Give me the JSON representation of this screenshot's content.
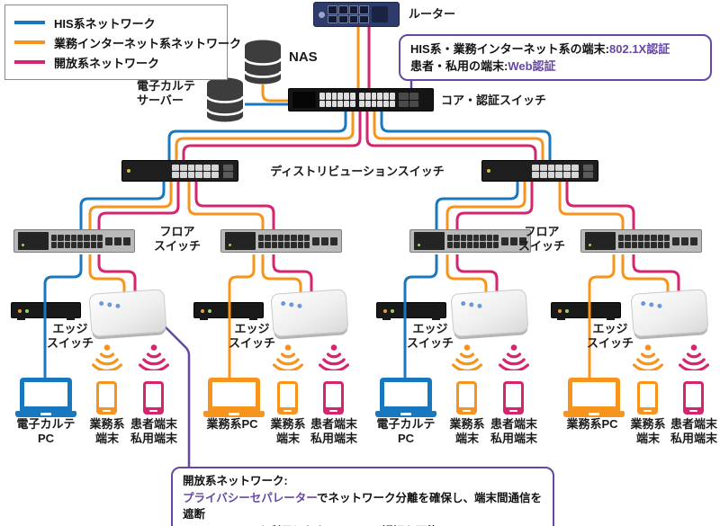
{
  "colors": {
    "his_blue": "#1878bf",
    "business_orange": "#f7941e",
    "open_pink": "#d6246e",
    "callout_purple": "#6647a3"
  },
  "legend": {
    "items": [
      {
        "label": "HIS系ネットワーク",
        "color": "#1878bf"
      },
      {
        "label": "業務インターネット系ネットワーク",
        "color": "#f7941e"
      },
      {
        "label": "開放系ネットワーク",
        "color": "#d6246e"
      }
    ]
  },
  "labels": {
    "router": "ルーター",
    "nas": "NAS",
    "server1": "電子カルテ",
    "server2": "サーバー",
    "core": "コア・認証スイッチ",
    "distribution": "ディストリビューションスイッチ",
    "floor1": "フロア",
    "floor2": "スイッチ",
    "edge1": "エッジ",
    "edge2": "スイッチ",
    "ehr_pc1": "電子カルテ",
    "ehr_pc2": "PC",
    "biz_pc": "業務系PC",
    "biz_term1": "業務系",
    "biz_term2": "端末",
    "patient_term1": "患者端末",
    "patient_term2": "私用端末"
  },
  "callout_auth": {
    "line1_text": "HIS系・業務インターネット系の端末:",
    "line1_strong": "802.1X認証",
    "line2_text": "患者・私用の端末:",
    "line2_strong": "Web認証"
  },
  "callout_open": {
    "line1": "開放系ネットワーク:",
    "line2_strong": "プライバシーセパレーター",
    "line2_text": "でネットワーク分離を確保し、端末間通信を遮断",
    "line3_strong": "Captive Portal",
    "line3_text": "を利用したクライアント認証も可能"
  }
}
